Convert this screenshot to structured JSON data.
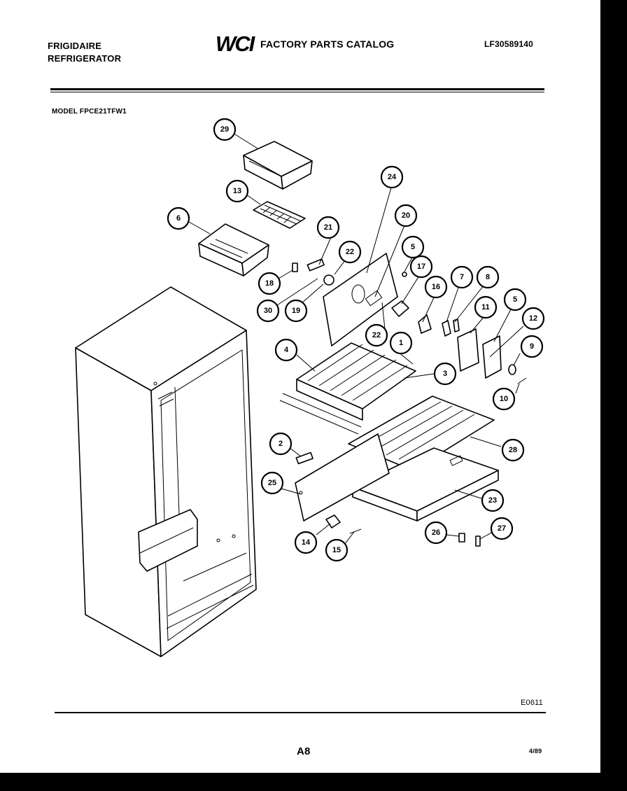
{
  "header": {
    "brand_line1": "FRIGIDAIRE",
    "brand_line2": "REFRIGERATOR",
    "logo": "WCI",
    "catalog_title": "FACTORY PARTS CATALOG",
    "catalog_number": "LF30589140"
  },
  "model": "MODEL FPCE21TFW1",
  "callouts": [
    "29",
    "13",
    "6",
    "21",
    "22",
    "24",
    "20",
    "5",
    "17",
    "18",
    "30",
    "19",
    "16",
    "7",
    "8",
    "11",
    "5",
    "12",
    "22",
    "1",
    "9",
    "4",
    "3",
    "10",
    "2",
    "28",
    "25",
    "23",
    "14",
    "15",
    "26",
    "27"
  ],
  "footer": {
    "diagram_code": "E0611",
    "page_number": "A8",
    "date_code": "4/89"
  },
  "colors": {
    "ink": "#000000",
    "paper": "#ffffff"
  }
}
